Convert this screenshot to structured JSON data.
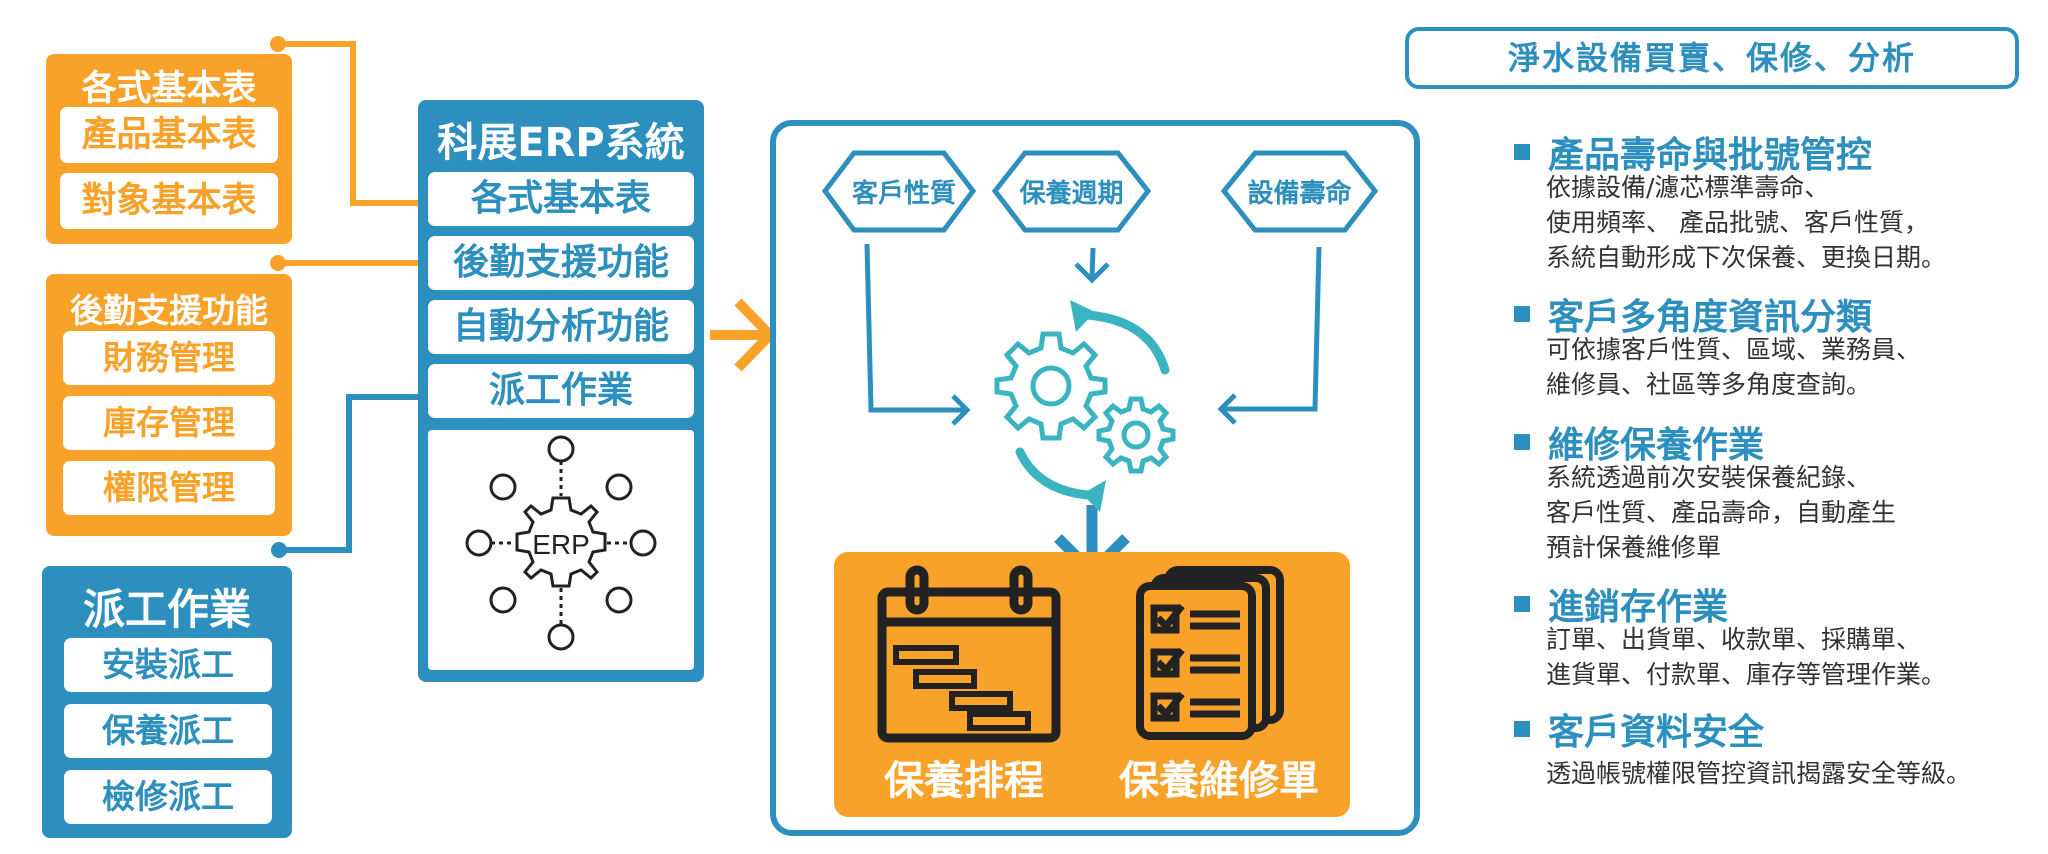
{
  "left": {
    "basic_tables": {
      "title": "各式基本表",
      "items": [
        "產品基本表",
        "對象基本表"
      ]
    },
    "logistics": {
      "title": "後勤支援功能",
      "items": [
        "財務管理",
        "庫存管理",
        "權限管理"
      ]
    },
    "dispatch": {
      "title": "派工作業",
      "items": [
        "安裝派工",
        "保養派工",
        "檢修派工"
      ]
    }
  },
  "erp": {
    "title": "科展ERP系統",
    "items": [
      "各式基本表",
      "後勤支援功能",
      "自動分析功能",
      "派工作業"
    ],
    "icon_label": "ERP"
  },
  "center": {
    "hexagons": [
      "客戶性質",
      "保養週期",
      "設備壽命"
    ],
    "outputs": [
      "保養排程",
      "保養維修單"
    ]
  },
  "right": {
    "header": "淨水設備買賣、保修、分析",
    "features": [
      {
        "title": "產品壽命與批號管控",
        "lines": [
          "依據設備/濾芯標準壽命、",
          "使用頻率、 產品批號、客戶性質，",
          "系統自動形成下次保養、更換日期。"
        ]
      },
      {
        "title": "客戶多角度資訊分類",
        "lines": [
          "可依據客戶性質、區域、業務員、",
          "維修員、社區等多角度查詢。"
        ]
      },
      {
        "title": "維修保養作業",
        "lines": [
          "系統透過前次安裝保養紀錄、",
          "客戶性質、產品壽命，自動產生",
          "預計保養維修單"
        ]
      },
      {
        "title": "進銷存作業",
        "lines": [
          "訂單、出貨單、收款單、採購單、",
          "進貨單、付款單、庫存等管理作業。"
        ]
      },
      {
        "title": "客戶資料安全",
        "lines": [
          "透過帳號權限管控資訊揭露安全等級。"
        ]
      }
    ]
  },
  "colors": {
    "orange": "#F9A229",
    "blue": "#2C8FBE",
    "teal": "#3BB4C1"
  }
}
